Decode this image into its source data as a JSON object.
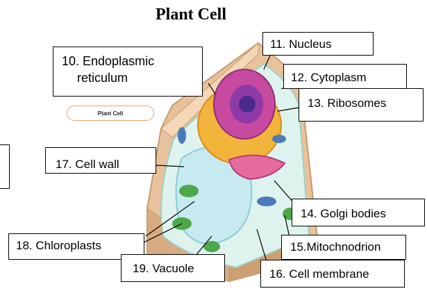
{
  "title": "Plant Cell",
  "badge": "Plant Cell",
  "labels": {
    "er_line1": "10. Endoplasmic",
    "er_line2": "reticulum",
    "nucleus": "11. Nucleus",
    "cytoplasm": "12. Cytoplasm",
    "ribosomes": "13. Ribosomes",
    "cell_wall": "17. Cell wall",
    "golgi": "14. Golgi bodies",
    "chloroplasts": "18. Chloroplasts",
    "mitochondrion": "15.Mitochnodrion",
    "vacuole": "19. Vacuole",
    "cell_membrane": "16. Cell membrane"
  },
  "colors": {
    "cell_wall": "#e9c6a0",
    "cytoplasm": "#dff3f0",
    "vacuole": "#c9ecf2",
    "nucleus": "#c7489c",
    "er": "#f0b53a",
    "golgi": "#e0609a",
    "chloroplast": "#4ea84a",
    "mitochondrion": "#4a7ab8"
  }
}
